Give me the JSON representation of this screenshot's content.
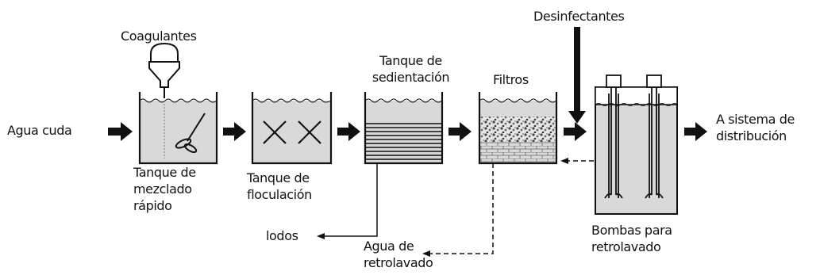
{
  "colors": {
    "ink": "#111111",
    "water_fill": "#d9d9d9",
    "media_dark": "#555555"
  },
  "labels": {
    "inlet": "Agua cuda",
    "coagulants": "Coagulantes",
    "rapid_mix_tank": [
      "Tanque de",
      "mezclado",
      "rápido"
    ],
    "flocculation_tank": [
      "Tanque de",
      "floculación"
    ],
    "sedimentation_tank": [
      "Tanque de",
      "sedientación"
    ],
    "filters": "Filtros",
    "disinfectants": "Desinfectantes",
    "sludge": "lodos",
    "backwash_water": [
      "Agua de",
      "retrolavado"
    ],
    "backwash_pumps": [
      "Bombas para",
      "retrolavado"
    ],
    "outlet": [
      "A sistema de",
      "distribución"
    ]
  }
}
